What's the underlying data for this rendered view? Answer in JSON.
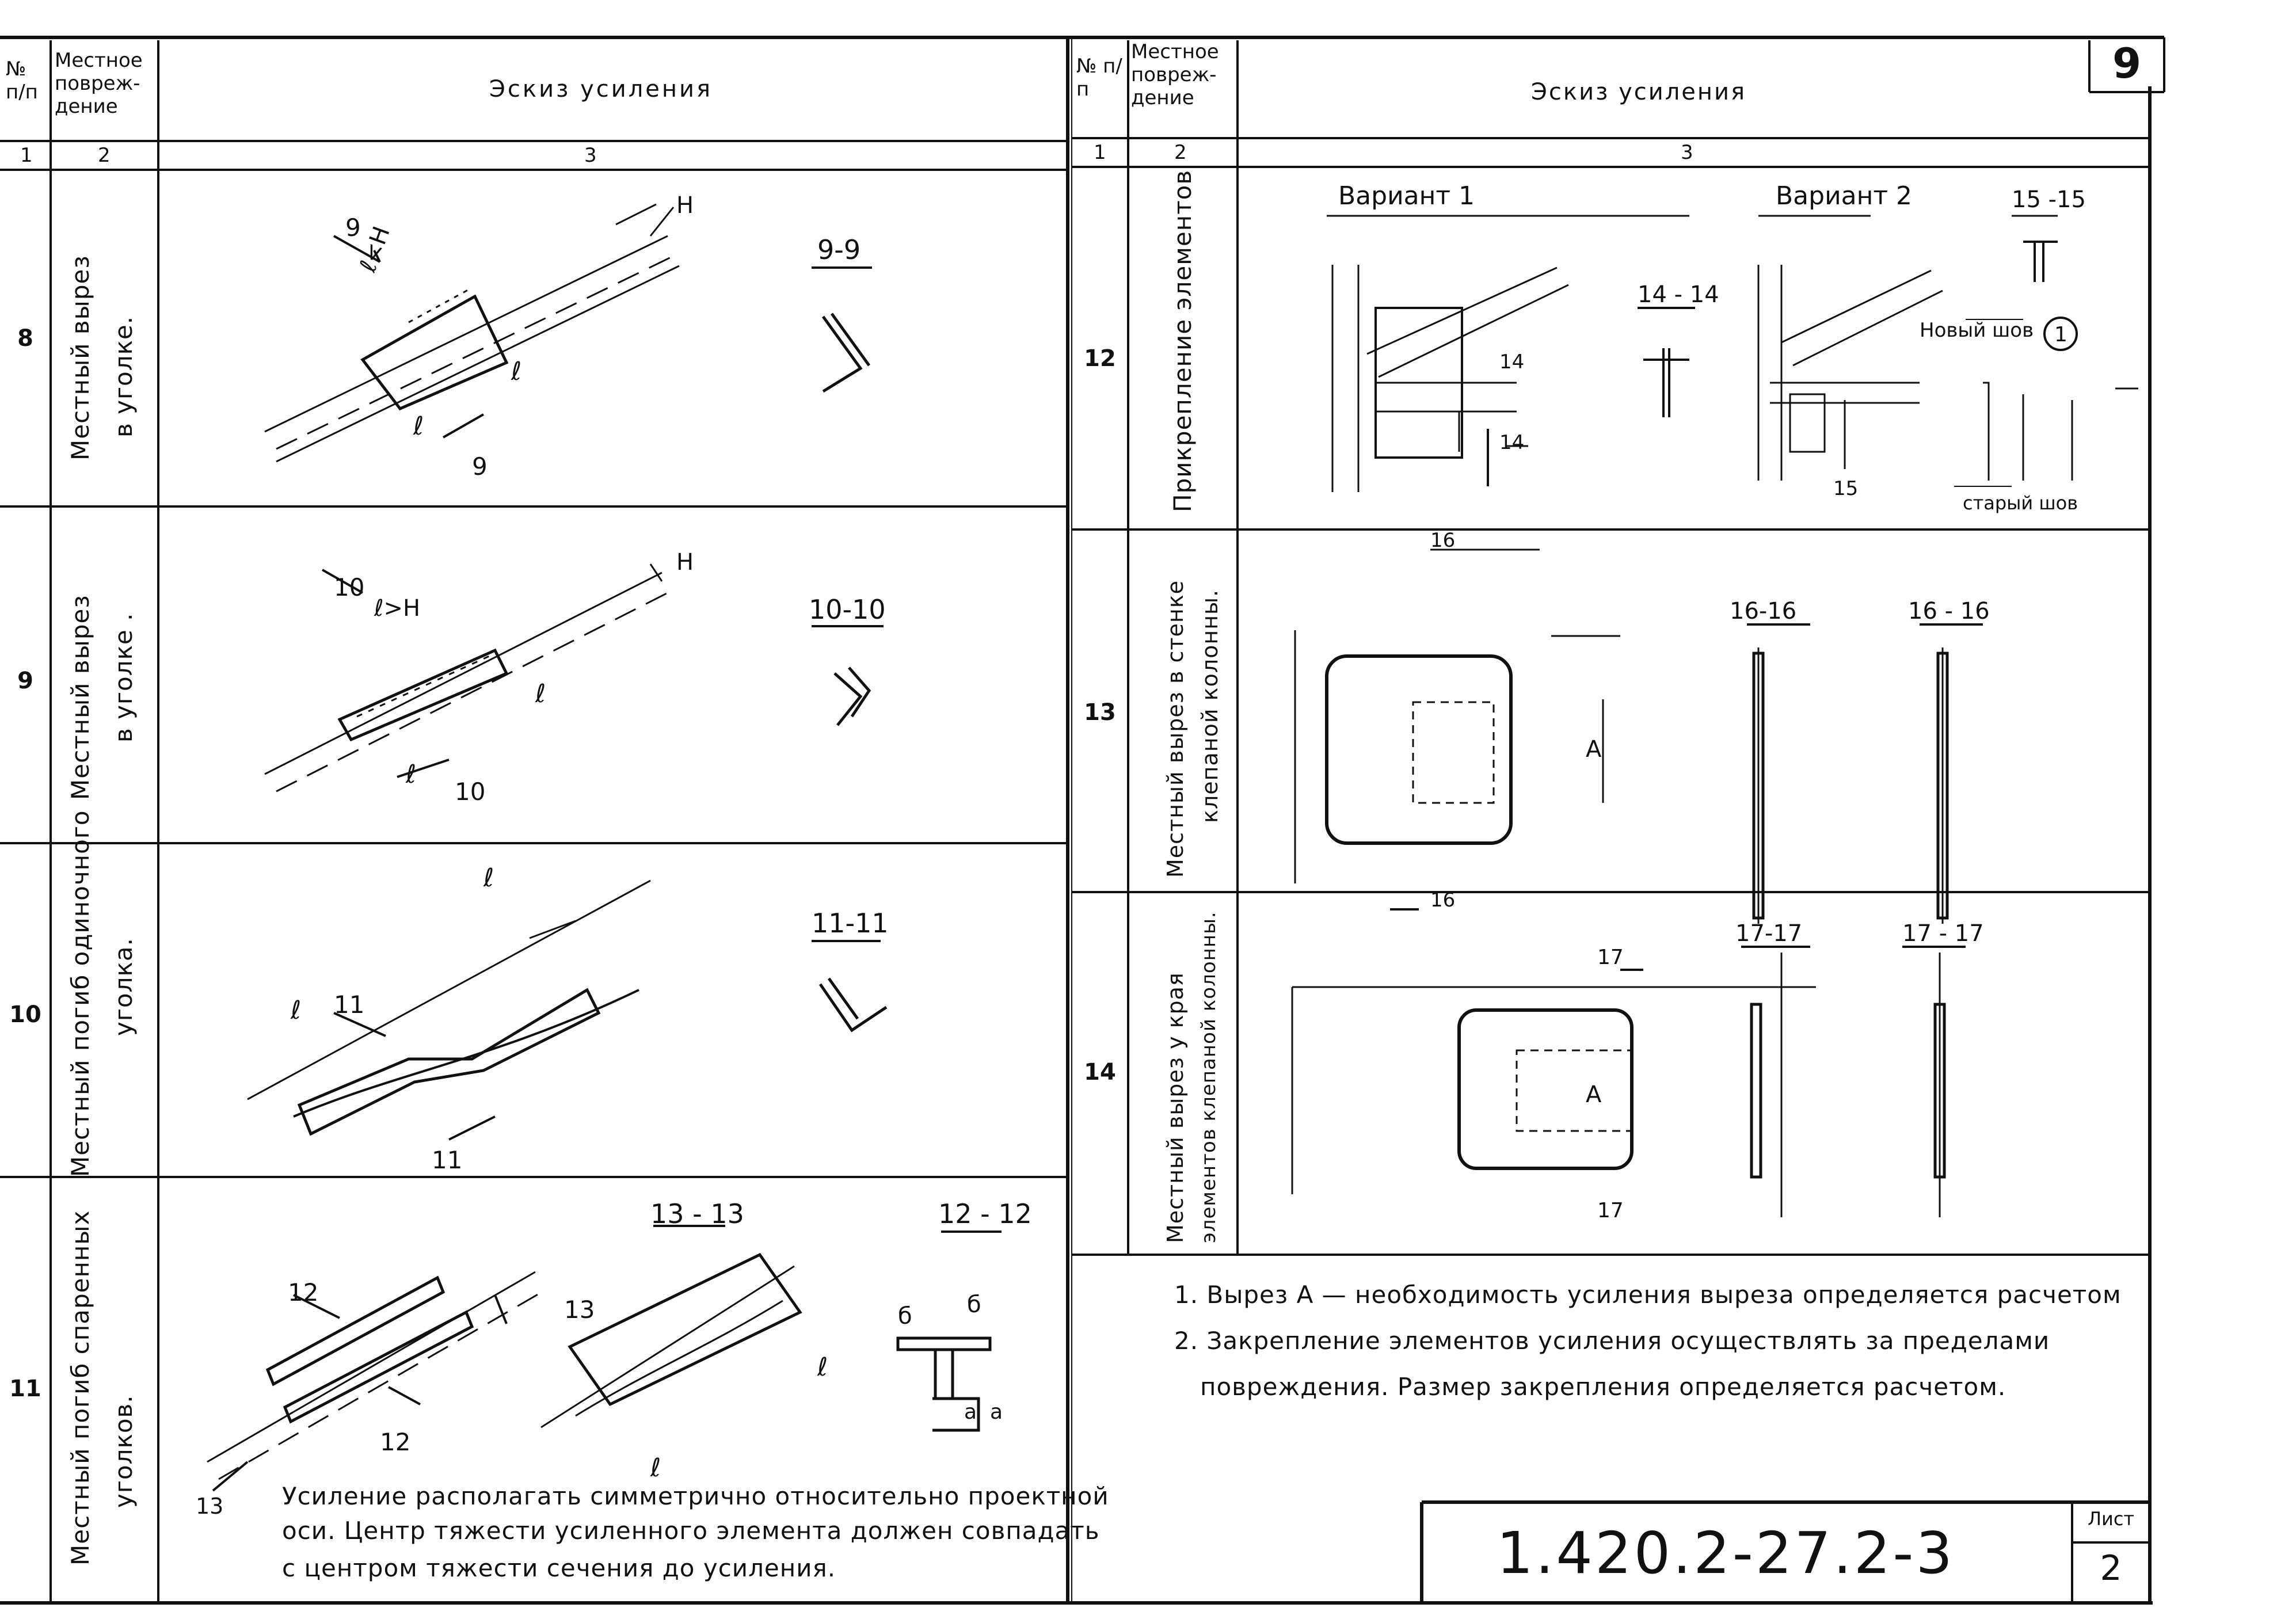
{
  "sheet_badge": "9",
  "left": {
    "header": {
      "col_num": "№ п/п",
      "col_damage": "Местное повреж-дение",
      "col_sketch": "Эскиз усиления",
      "idx1": "1",
      "idx2": "2",
      "idx3": "3"
    },
    "rows": [
      {
        "num": "8",
        "damage_line1": "Местный вырез",
        "damage_line2": "в уголке.",
        "section": "9-9",
        "dim_label": "ℓ<H",
        "h_label": "H",
        "l_label": "ℓ",
        "cut": "9"
      },
      {
        "num": "9",
        "damage_line1": "Местный вырез",
        "damage_line2": "в уголке .",
        "section": "10-10",
        "dim_label": "ℓ>H",
        "h_label": "H",
        "l_label": "ℓ",
        "cut": "10"
      },
      {
        "num": "10",
        "damage_line1": "Местный погиб одиночного",
        "damage_line2": "уголка.",
        "section": "11-11",
        "l_label": "ℓ",
        "cut": "11"
      },
      {
        "num": "11",
        "damage_line1": "Местный погиб спаренных",
        "damage_line2": "уголков.",
        "section_a": "13 - 13",
        "section_b": "12 - 12",
        "cut_a": "12",
        "cut_b": "13",
        "b_label": "б",
        "a_label": "a",
        "l_label": "ℓ"
      }
    ],
    "note_line1": "Усиление располагать симметрично относительно проектной",
    "note_line2": "оси. Центр тяжести усиленного элемента должен совпадать",
    "note_line3": "с центром тяжести сечения до усиления."
  },
  "right": {
    "header": {
      "col_num": "№ п/п",
      "col_damage": "Местное повреж-дение",
      "col_sketch": "Эскиз усиления",
      "idx1": "1",
      "idx2": "2",
      "idx3": "3"
    },
    "rows": [
      {
        "num": "12",
        "damage_line1": "Прикрепление элементов",
        "damage_line2": "",
        "variant1": "Вариант 1",
        "variant2": "Вариант 2",
        "section_a": "14 - 14",
        "section_b": "15 -15",
        "cut_a": "14",
        "cut_b": "15",
        "new_weld": "Новый шов",
        "old_weld": "старый шов",
        "callout": "1"
      },
      {
        "num": "13",
        "damage_line1": "Местный вырез в стенке",
        "damage_line2": "клепаной колонны.",
        "section_a": "16-16",
        "section_b": "16 - 16",
        "cut": "16",
        "a_label": "A"
      },
      {
        "num": "14",
        "damage_line1": "Местный вырез у края",
        "damage_line2": "элементов клепаной колонны.",
        "section_a": "17-17",
        "section_b": "17 - 17",
        "cut": "17",
        "a_label": "A"
      }
    ],
    "notes": [
      "1. Вырез А — необходимость усиления выреза определяется расчетом",
      "2. Закрепление элементов усиления осуществлять за пределами",
      "повреждения. Размер закрепления определяется расчетом."
    ]
  },
  "title_block": {
    "code": "1.420.2-27.2-3",
    "sheet_label": "Лист",
    "sheet_num": "2"
  }
}
